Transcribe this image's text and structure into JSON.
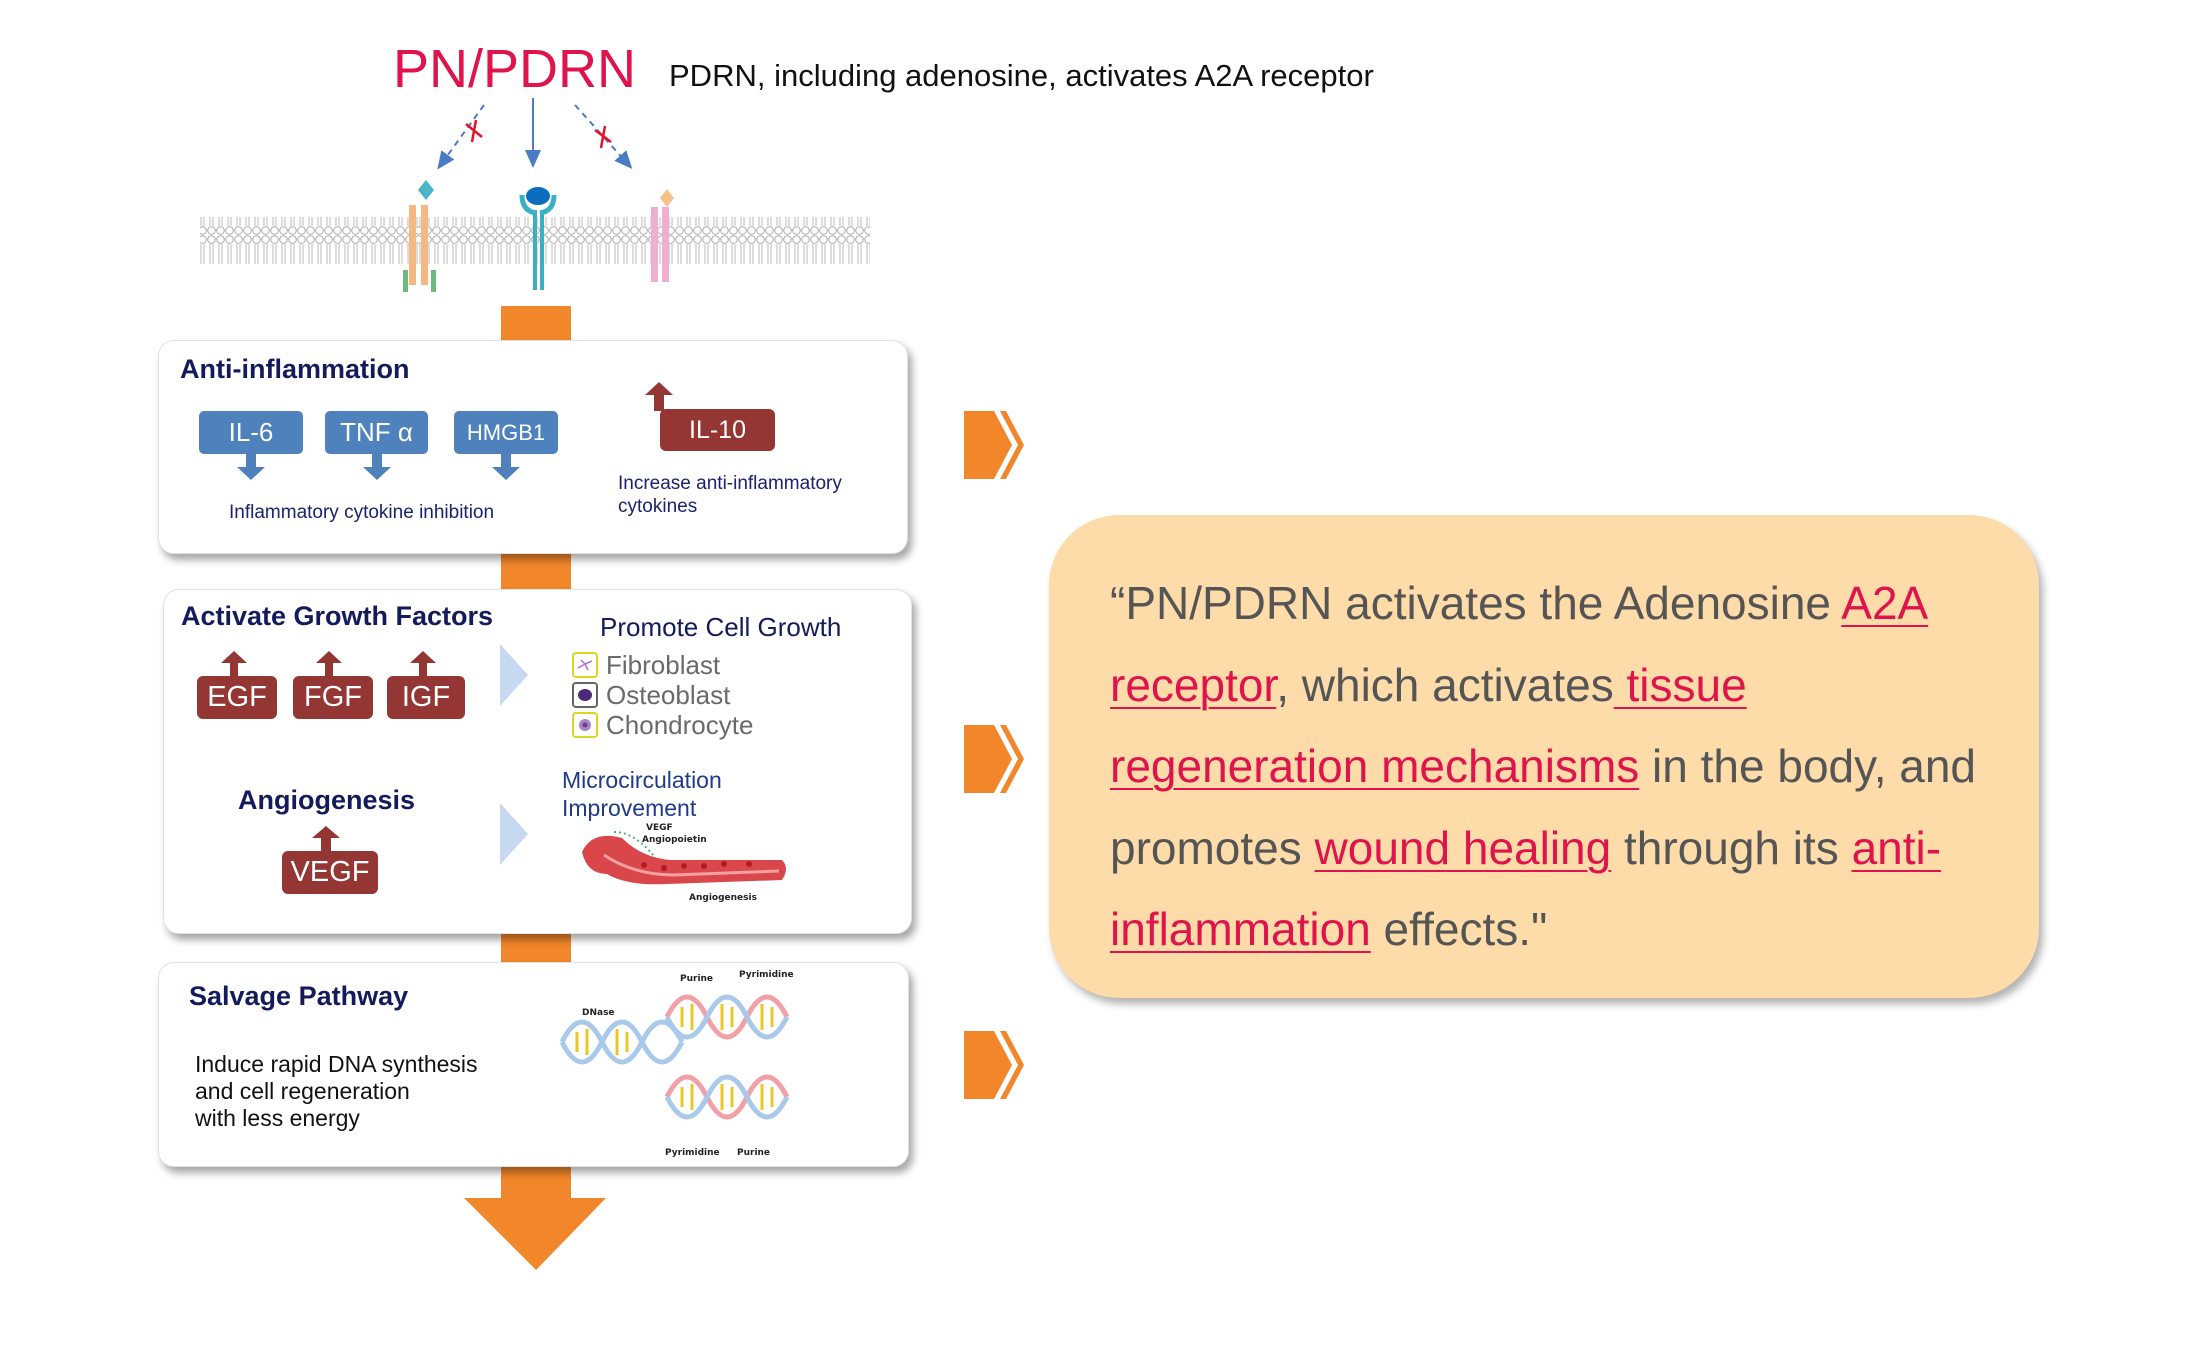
{
  "header": {
    "title": "PN/PDRN",
    "subtitle": "PDRN, including adenosine, activates A2A receptor"
  },
  "anti_inflammation": {
    "title": "Anti-inflammation",
    "inhibited": [
      "IL-6",
      "TNF α",
      "HMGB1"
    ],
    "inhibited_caption": "Inflammatory cytokine inhibition",
    "increased": "IL-10",
    "increased_caption_1": "Increase anti-inflammatory",
    "increased_caption_2": "cytokines"
  },
  "growth_factors": {
    "title": "Activate Growth Factors",
    "factors": [
      "EGF",
      "FGF",
      "IGF"
    ],
    "cell_growth_title": "Promote Cell Growth",
    "cells": [
      "Fibroblast",
      "Osteoblast",
      "Chondrocyte"
    ],
    "angiogenesis_title": "Angiogenesis",
    "angiogenesis_factor": "VEGF",
    "micro_1": "Microcirculation",
    "micro_2": "Improvement",
    "vessel_labels": {
      "vegf": "VEGF",
      "angiopoietin": "Angiopoietin",
      "angiogenesis": "Angiogenesis"
    }
  },
  "salvage": {
    "title": "Salvage Pathway",
    "line_1": "Induce rapid DNA synthesis",
    "line_2": "and cell regeneration",
    "line_3": "with less energy",
    "dna_labels": {
      "purine_top": "Purine",
      "pyrimidine_top": "Pyrimidine",
      "dnase": "DNase",
      "pyrimidine_bottom": "Pyrimidine",
      "purine_bottom": "Purine"
    }
  },
  "quote": {
    "p1": "“PN/PDRN activates the Adenosine ",
    "u1": "A2A receptor",
    "p2": ", which activates",
    "u2": " tissue regeneration mechanisms",
    "p3": " in the body, and promotes ",
    "u3": "wound healing",
    "p4": " through its ",
    "u4": "anti-inflammation",
    "p5": " effects.\""
  },
  "colors": {
    "accent": "#e0144c",
    "arrow": "#f2862a",
    "blue_box": "#4f81bd",
    "red_box": "#943634",
    "quote_bg": "#fddcaa",
    "navy": "#141b5c"
  }
}
